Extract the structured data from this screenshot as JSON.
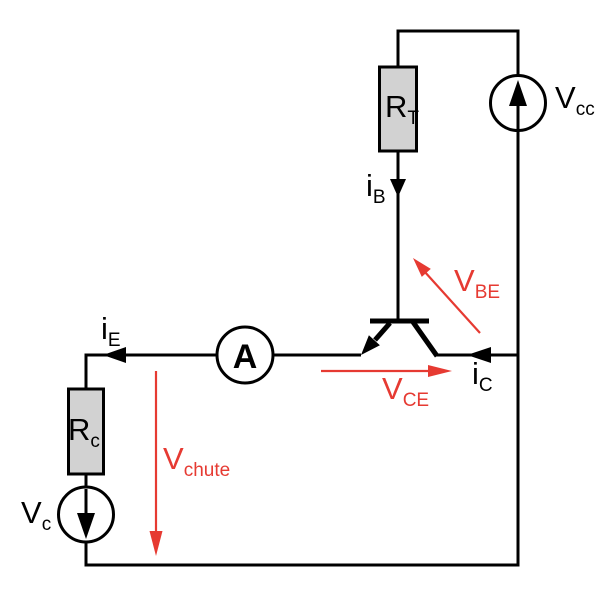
{
  "colors": {
    "background": "#ffffff",
    "wire": "#000000",
    "annotation": "#e63a32",
    "resistor_fill": "#d2d2d2"
  },
  "labels": {
    "rt": {
      "main": "R",
      "sub": "T"
    },
    "vcc": {
      "main": "V",
      "sub": "cc"
    },
    "ib": {
      "main": "i",
      "sub": "B"
    },
    "vbe": {
      "main": "V",
      "sub": "BE"
    },
    "ic": {
      "main": "i",
      "sub": "C"
    },
    "vce": {
      "main": "V",
      "sub": "CE"
    },
    "ie": {
      "main": "i",
      "sub": "E"
    },
    "ammeter": "A",
    "rc": {
      "main": "R",
      "sub": "c"
    },
    "vc": {
      "main": "V",
      "sub": "c"
    },
    "vchute": {
      "main": "V",
      "sub": "chute"
    }
  }
}
